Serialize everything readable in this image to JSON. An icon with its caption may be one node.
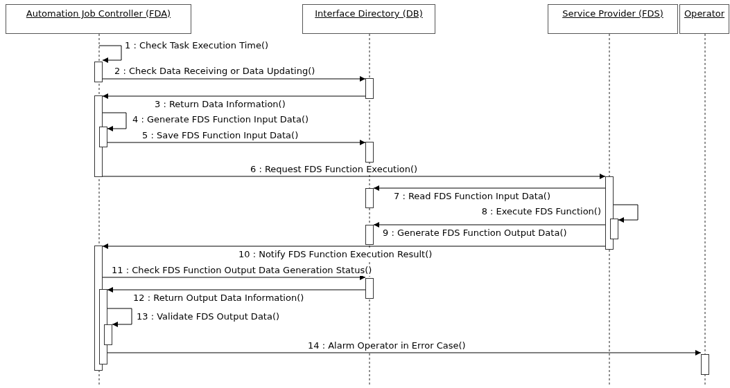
{
  "diagram": {
    "nodes": [
      {
        "text": [
          "Automation Job Controller (FDA)"
        ]
      },
      {
        "text": [
          "Interface Directory (DB)"
        ]
      },
      {
        "text": [
          "Service Provider (FDS)"
        ]
      },
      {
        "text": [
          "Operator"
        ]
      },
      {
        "text": [],
        "shape": "bar"
      },
      {
        "text": [],
        "shape": "bar"
      },
      {
        "text": [],
        "shape": "bar"
      },
      {
        "text": [],
        "shape": "bar"
      },
      {
        "text": [],
        "shape": "bar"
      },
      {
        "text": [],
        "shape": "bar"
      },
      {
        "text": [],
        "shape": "bar"
      },
      {
        "text": [],
        "shape": "bar"
      },
      {
        "text": [],
        "shape": "bar"
      },
      {
        "text": [],
        "shape": "bar"
      },
      {
        "text": [],
        "shape": "bar"
      },
      {
        "text": [],
        "shape": "bar"
      },
      {
        "text": [],
        "shape": "bar"
      },
      {
        "text": [],
        "shape": "bar"
      }
    ],
    "edges": [
      {
        "from": null,
        "to": 4,
        "arrow": "to",
        "label": "1 : Check Task Execution Time()"
      },
      {
        "from": 4,
        "to": 5,
        "arrow": "to",
        "label": "2 : Check Data Receiving or Data Updating()"
      },
      {
        "from": 5,
        "to": 6,
        "arrow": "to",
        "label": "3 : Return Data Information()"
      },
      {
        "from": 6,
        "to": 7,
        "arrow": "to",
        "label": "4 : Generate FDS Function Input Data()"
      },
      {
        "from": 7,
        "to": 8,
        "arrow": "to",
        "label": "5 : Save FDS Function Input Data()"
      },
      {
        "from": 6,
        "to": 9,
        "arrow": "to",
        "label": "6 : Request FDS Function Execution()"
      },
      {
        "from": 9,
        "to": 10,
        "arrow": "to",
        "label": "7 : Read FDS Function Input Data()"
      },
      {
        "from": 9,
        "to": 11,
        "arrow": "to",
        "label": "8 : Execute FDS Function()"
      },
      {
        "from": 9,
        "to": 12,
        "arrow": "to",
        "label": "9 : Generate FDS Function Output Data()"
      },
      {
        "from": 9,
        "to": 13,
        "arrow": "to",
        "label": "10 : Notify FDS Function Execution Result()"
      },
      {
        "from": 13,
        "to": 14,
        "arrow": "to",
        "label": "11 : Check FDS Function Output Data Generation Status()"
      },
      {
        "from": 14,
        "to": 15,
        "arrow": "to",
        "label": "12 : Return Output Data Information()"
      },
      {
        "from": 15,
        "to": 16,
        "arrow": "to",
        "label": "13 : Validate FDS Output Data()"
      },
      {
        "from": 15,
        "to": 17,
        "arrow": "to",
        "label": "14 : Alarm Operator in Error Case()"
      }
    ]
  }
}
